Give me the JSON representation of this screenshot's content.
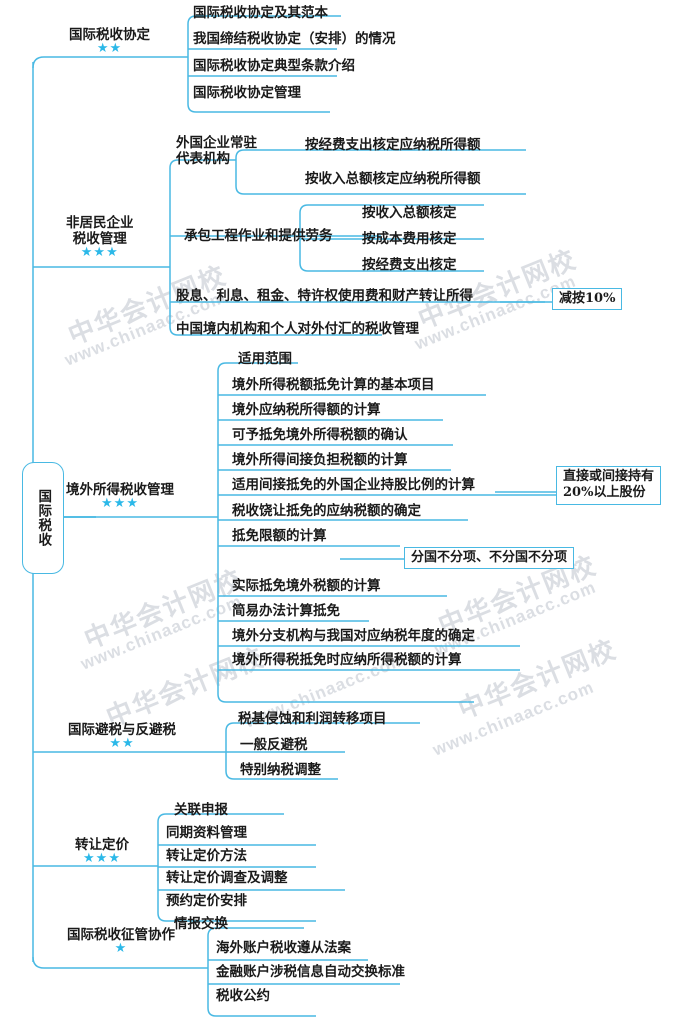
{
  "root": {
    "label": "国际税收"
  },
  "watermark": {
    "cn": "中华会计网校",
    "url": "www.chinaacc.com"
  },
  "stars": {
    "one": "★",
    "two": "★★",
    "three": "★★★"
  },
  "branches": [
    {
      "label": "国际税收协定",
      "stars": "★★",
      "children": [
        {
          "label": "国际税收协定及其范本"
        },
        {
          "label": "我国缔结税收协定（安排）的情况"
        },
        {
          "label": "国际税收协定典型条款介绍"
        },
        {
          "label": "国际税收协定管理"
        }
      ]
    },
    {
      "label": "非居民企业\n税收管理",
      "label_line1": "非居民企业",
      "label_line2": "税收管理",
      "stars": "★★★",
      "children": [
        {
          "label_line1": "外国企业常驻",
          "label_line2": "代表机构",
          "grandchildren": [
            {
              "label": "按经费支出核定应纳税所得额"
            },
            {
              "label": "按收入总额核定应纳税所得额"
            }
          ]
        },
        {
          "label": "承包工程作业和提供劳务",
          "grandchildren": [
            {
              "label": "按收入总额核定"
            },
            {
              "label": "按成本费用核定"
            },
            {
              "label": "按经费支出核定"
            }
          ]
        },
        {
          "label": "股息、利息、租金、特许权使用费和财产转让所得",
          "tag": "减按10%"
        },
        {
          "label": "中国境内机构和个人对外付汇的税收管理"
        }
      ]
    },
    {
      "label": "境外所得税收管理",
      "stars": "★★★",
      "children": [
        {
          "label": "适用范围"
        },
        {
          "label": "境外所得税额抵免计算的基本项目"
        },
        {
          "label": "境外应纳税所得额的计算"
        },
        {
          "label": "可予抵免境外所得税额的确认"
        },
        {
          "label": "境外所得间接负担税额的计算"
        },
        {
          "label": "适用间接抵免的外国企业持股比例的计算",
          "tag_line1": "直接或间接持有",
          "tag_line2": "20%以上股份"
        },
        {
          "label": "税收饶让抵免的应纳税额的确定"
        },
        {
          "label": "抵免限额的计算",
          "tag": "分国不分项、不分国不分项"
        },
        {
          "label": "实际抵免境外税额的计算"
        },
        {
          "label": "简易办法计算抵免"
        },
        {
          "label": "境外分支机构与我国对应纳税年度的确定"
        },
        {
          "label": "境外所得税抵免时应纳所得税额的计算"
        }
      ]
    },
    {
      "label": "国际避税与反避税",
      "stars": "★★",
      "children": [
        {
          "label": "税基侵蚀和利润转移项目"
        },
        {
          "label": "一般反避税"
        },
        {
          "label": "特别纳税调整"
        }
      ]
    },
    {
      "label": "转让定价",
      "stars": "★★★",
      "children": [
        {
          "label": "关联申报"
        },
        {
          "label": "同期资料管理"
        },
        {
          "label": "转让定价方法"
        },
        {
          "label": "转让定价调查及调整"
        },
        {
          "label": "预约定价安排"
        }
      ]
    },
    {
      "label": "国际税收征管协作",
      "stars": "★",
      "children": [
        {
          "label": "情报交换"
        },
        {
          "label": "海外账户税收遵从法案"
        },
        {
          "label": "金融账户涉税信息自动交换标准"
        },
        {
          "label": "税收公约"
        }
      ]
    }
  ],
  "colors": {
    "line": "#49b9e3",
    "star": "#2bb8e8",
    "text": "#1a1a1a",
    "watermark": "#cfd3da"
  }
}
